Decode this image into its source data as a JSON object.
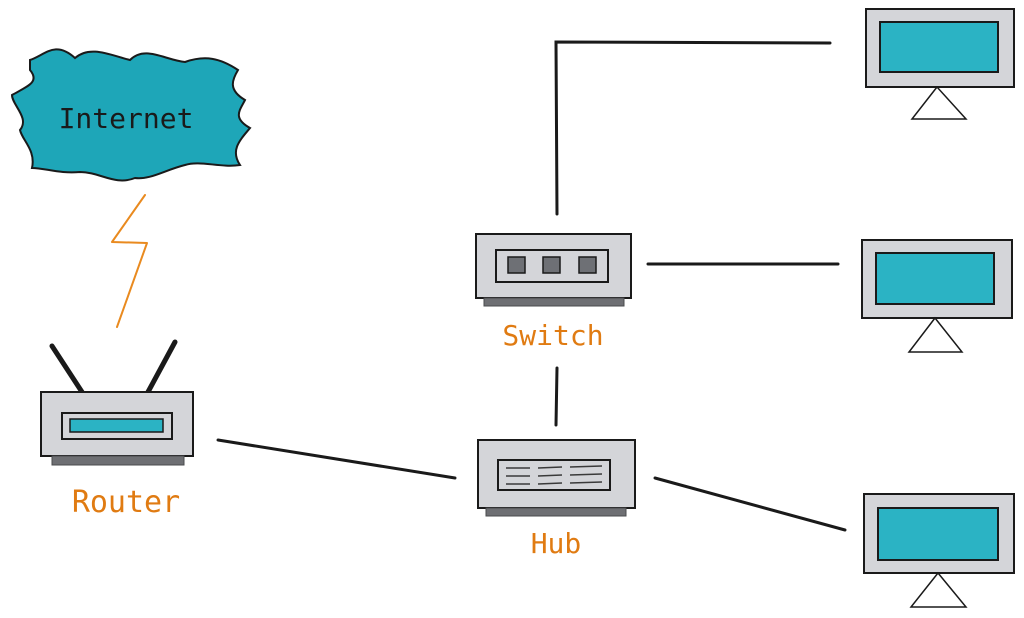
{
  "labels": {
    "internet": "Internet",
    "router": "Router",
    "switch": "Switch",
    "hub": "Hub"
  },
  "colors": {
    "cloud_fill": "#1ea6b8",
    "screen_fill": "#2bb3c4",
    "device_body": "#d4d5d9",
    "device_base": "#6e6f73",
    "port_fill": "#6e7075",
    "outline": "#1a1a1a",
    "label_orange": "#e07b12",
    "wireless_link": "#e98a1f"
  },
  "icons": {
    "internet": "cloud-icon",
    "router": "router-icon",
    "switch": "switch-icon",
    "hub": "hub-icon",
    "computers": [
      "monitor-icon",
      "monitor-icon",
      "monitor-icon"
    ]
  }
}
